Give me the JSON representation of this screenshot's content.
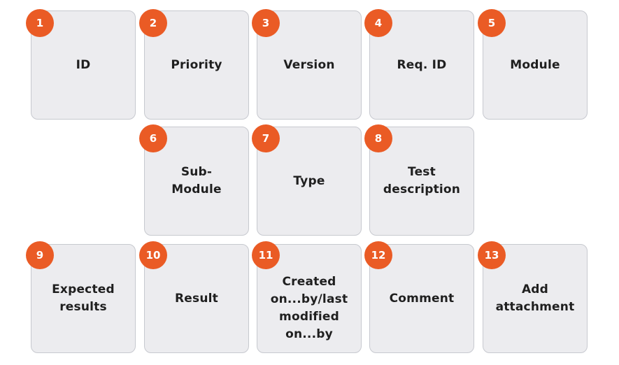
{
  "fields": [
    {
      "number": "1",
      "label": "ID"
    },
    {
      "number": "2",
      "label": "Priority"
    },
    {
      "number": "3",
      "label": "Version"
    },
    {
      "number": "4",
      "label": "Req. ID"
    },
    {
      "number": "5",
      "label": "Module"
    },
    {
      "number": "6",
      "label": "Sub-\nModule"
    },
    {
      "number": "7",
      "label": "Type"
    },
    {
      "number": "8",
      "label": "Test\ndescription"
    },
    {
      "number": "9",
      "label": "Expected\nresults"
    },
    {
      "number": "10",
      "label": "Result"
    },
    {
      "number": "11",
      "label": "Created\non...by/last\nmodified\non...by"
    },
    {
      "number": "12",
      "label": "Comment"
    },
    {
      "number": "13",
      "label": "Add\nattachment"
    }
  ],
  "colors": {
    "badge": "#ea5b25",
    "card_background": "#ececef",
    "card_border": "#c7c9cf",
    "text": "#1f1f1f"
  }
}
